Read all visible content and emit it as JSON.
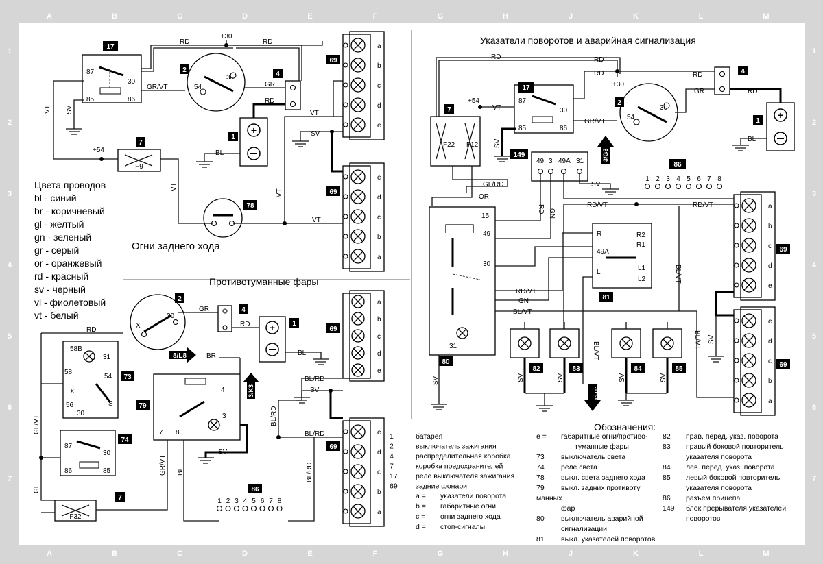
{
  "grid": {
    "letters": [
      "A",
      "B",
      "C",
      "D",
      "E",
      "F",
      "G",
      "H",
      "J",
      "K",
      "L",
      "M"
    ],
    "rows": [
      "1",
      "2",
      "3",
      "4",
      "5",
      "6",
      "7"
    ]
  },
  "titles": {
    "turn_signals": "Указатели поворотов и аварийная сигнализация",
    "fog_lights": "Противотуманные фары",
    "reverse_lights": "Огни заднего хода",
    "legend_heading": "Обозначения:"
  },
  "wire_colors": {
    "heading": "Цвета проводов",
    "items": [
      "bl - синий",
      "br - коричневый",
      "gl - желтый",
      "gn - зеленый",
      "gr - серый",
      "or - оранжевый",
      "rd - красный",
      "sv - черный",
      "vl - фиолетовый",
      "vt - белый"
    ]
  },
  "components": {
    "n1": "1",
    "n2": "2",
    "n4": "4",
    "n7": "7",
    "n17": "17",
    "n69": "69",
    "n73": "73",
    "n74": "74",
    "n78": "78",
    "n79": "79",
    "n80": "80",
    "n81": "81",
    "n82": "82",
    "n83": "83",
    "n84": "84",
    "n85": "85",
    "n86": "86",
    "n149": "149"
  },
  "wires": {
    "rd": "RD",
    "gr": "GR",
    "grvt": "GR/VT",
    "vt": "VT",
    "sv": "SV",
    "bl": "BL",
    "br": "BR",
    "gl": "GL",
    "glvt": "GL/VT",
    "blrd": "BL/RD",
    "glrd": "GL/RD",
    "or": "OR",
    "gn": "GN",
    "rdvt": "RD/VT",
    "blvt": "BL/VT",
    "p30": "+30",
    "p54": "+54"
  },
  "terminals": {
    "t87": "87",
    "t30": "30",
    "t85": "85",
    "t86": "86",
    "t54": "54",
    "t58": "58",
    "t58b": "58B",
    "t31": "31",
    "t56": "56",
    "x": "X",
    "s": "S",
    "t15": "15",
    "t49": "49",
    "t49a": "49A",
    "t3": "3",
    "t4": "4",
    "t8": "8",
    "t7": "7",
    "r": "R",
    "r1": "R1",
    "r2": "R2",
    "l": "L",
    "l1": "L1",
    "l2": "L2",
    "f9": "F9",
    "f12": "F12",
    "f22": "F22",
    "f32": "F32"
  },
  "refs": {
    "r8l8": "8/L8",
    "r3k3": "3/K3",
    "r3g3": "3/G3",
    "r3h3": "3/H3"
  },
  "lamp_letters": [
    "a",
    "b",
    "c",
    "d",
    "e"
  ],
  "connector_pins": [
    "1",
    "2",
    "3",
    "4",
    "5",
    "6",
    "7",
    "8"
  ],
  "legend": {
    "col1_nums": [
      "1",
      "2",
      "4",
      "7",
      "17",
      "69"
    ],
    "col1_text": [
      "батарея",
      "выключатель зажигания",
      "распределительная коробка",
      "коробка предохранителей",
      "реле выключателя зажигания",
      "задние фонари"
    ],
    "sub": [
      {
        "k": "a =",
        "v": "указатели поворота"
      },
      {
        "k": "b =",
        "v": "габаритные огни"
      },
      {
        "k": "c =",
        "v": "огни заднего хода"
      },
      {
        "k": "d =",
        "v": "стоп-сигналы"
      }
    ],
    "col2": [
      {
        "k": "e =",
        "v": "габаритные огни/противо-"
      },
      {
        "k": "",
        "v": "туманные фары"
      },
      {
        "k": "73",
        "v": "выключатель света"
      },
      {
        "k": "74",
        "v": "реле света"
      },
      {
        "k": "78",
        "v": "выкл. света заднего хода"
      },
      {
        "k": "79",
        "v": "выкл. задних противоту"
      },
      {
        "k": "",
        "v": "манных"
      },
      {
        "k": "",
        "v": "фар"
      },
      {
        "k": "80",
        "v": "выключатель аварийной"
      },
      {
        "k": "",
        "v": "сигнализации"
      },
      {
        "k": "81",
        "v": "выкл. указателей поворотов"
      }
    ],
    "col3": [
      {
        "k": "82",
        "v": "прав. перед. указ. поворота"
      },
      {
        "k": "83",
        "v": "правый боковой повторитель"
      },
      {
        "k": "",
        "v": "указателя поворота"
      },
      {
        "k": "84",
        "v": "лев. перед. указ. поворота"
      },
      {
        "k": "85",
        "v": "левый боковой повторитель"
      },
      {
        "k": "",
        "v": "указателя поворота"
      },
      {
        "k": "86",
        "v": "разъем прицепа"
      },
      {
        "k": "149",
        "v": "блок прерывателя указателей"
      },
      {
        "k": "",
        "v": "поворотов"
      }
    ]
  },
  "colors": {
    "background": "#d6d6d6",
    "sheet": "#ffffff",
    "ink": "#000000"
  }
}
